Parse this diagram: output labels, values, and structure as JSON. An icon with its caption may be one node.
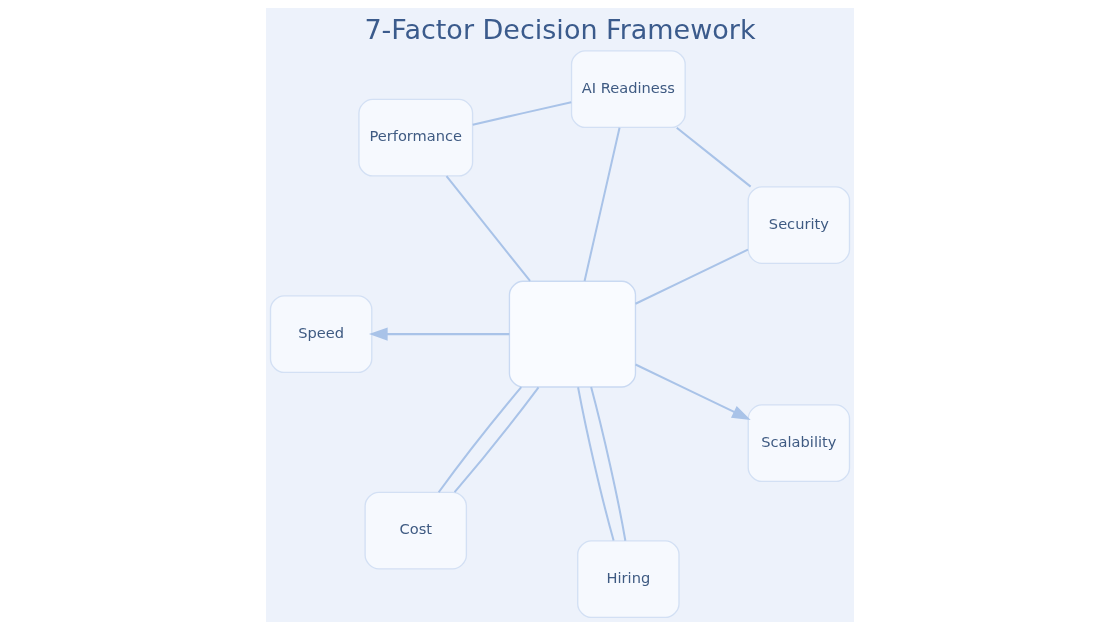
{
  "diagram": {
    "title": "7-Factor Decision Framework",
    "nodes": [
      {
        "text": [
          "AI Readiness"
        ]
      },
      {
        "text": [
          "Performance"
        ]
      },
      {
        "text": [
          "Security"
        ]
      },
      {
        "text": [],
        "shape": "box"
      },
      {
        "text": [
          "Speed"
        ]
      },
      {
        "text": [
          "Scalability"
        ]
      },
      {
        "text": [
          "Cost"
        ]
      },
      {
        "text": [
          "Hiring"
        ]
      }
    ],
    "edges": [
      {
        "from": 3,
        "to": 0,
        "arrow": "none"
      },
      {
        "from": 3,
        "to": 2,
        "arrow": "none"
      },
      {
        "from": 3,
        "to": 5,
        "arrow": "to"
      },
      {
        "from": 3,
        "to": 7,
        "arrow": "none"
      },
      {
        "from": 3,
        "to": 6,
        "arrow": "none"
      },
      {
        "from": 3,
        "to": 4,
        "arrow": "to"
      },
      {
        "from": 3,
        "to": 1,
        "arrow": "none"
      },
      {
        "from": 1,
        "to": 0,
        "arrow": "none"
      },
      {
        "from": 0,
        "to": 2,
        "arrow": "none"
      },
      {
        "from": 3,
        "to": 6,
        "arrow": "none"
      },
      {
        "from": 3,
        "to": 7,
        "arrow": "none"
      }
    ]
  }
}
